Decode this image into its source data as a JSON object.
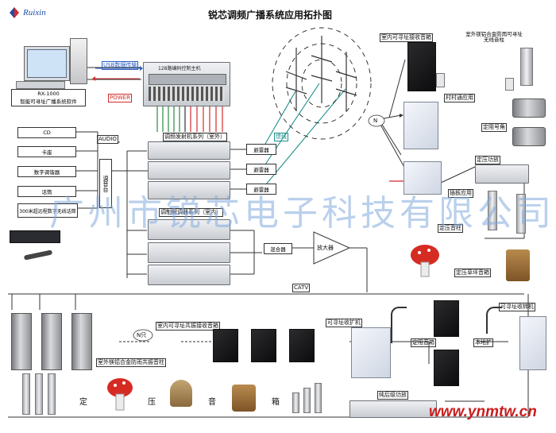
{
  "title": "锐芯调频广播系统应用拓扑图",
  "logo": {
    "text": "Ruixin"
  },
  "watermark": "广州市锐芯电子科技有限公司",
  "site_watermark": "www.ynmtw.cn",
  "pc": {
    "model": "RX-1000",
    "software": "智能可寻址广播系统软件"
  },
  "links": {
    "usb": "USB数据传输",
    "power": "POWER",
    "audio": "AUDIO",
    "feeder": "馈线",
    "catv": "CATV",
    "n_label": "N",
    "n_label2": "N只"
  },
  "controller": {
    "label": "128路编码控制主机"
  },
  "sources": [
    "CD",
    "卡座",
    "数字调谐器",
    "话筒"
  ],
  "mixer": {
    "label": "调音台"
  },
  "wireless_mic": {
    "label": "300米超远程数字无线话筒"
  },
  "tx_group": {
    "label": "调频发射机系列（室外）"
  },
  "rx_group": {
    "label": "调制解调器系列（室内）"
  },
  "arresters": [
    "避雷器",
    "避雷器",
    "避雷器"
  ],
  "mixer2": "混合器",
  "amplifier": "放大器",
  "right_top": {
    "indoor_receiver": "室内可寻址接收音箱",
    "outdoor_column": "室外镁铝合金防雨可寻址无线音柱",
    "village": "村村通应用",
    "horn": "定阻号角",
    "const_amp": "定压功放",
    "tail": "插板应用",
    "column": "定压音柱",
    "lawn": "定压草坪音箱"
  },
  "bottom": {
    "shared_receiver": "室内可寻址共振接收音箱",
    "outdoor_shared": "室外镁铝合金防雨共振音柱",
    "addr_amp": "可寻址收扩机",
    "const_box": "定阻音箱",
    "local_amp": "本地扩",
    "addr_rx": "可寻址收转机",
    "pure_amp": "纯后级功放",
    "fixed_label": [
      "定",
      "压",
      "音",
      "箱"
    ]
  }
}
